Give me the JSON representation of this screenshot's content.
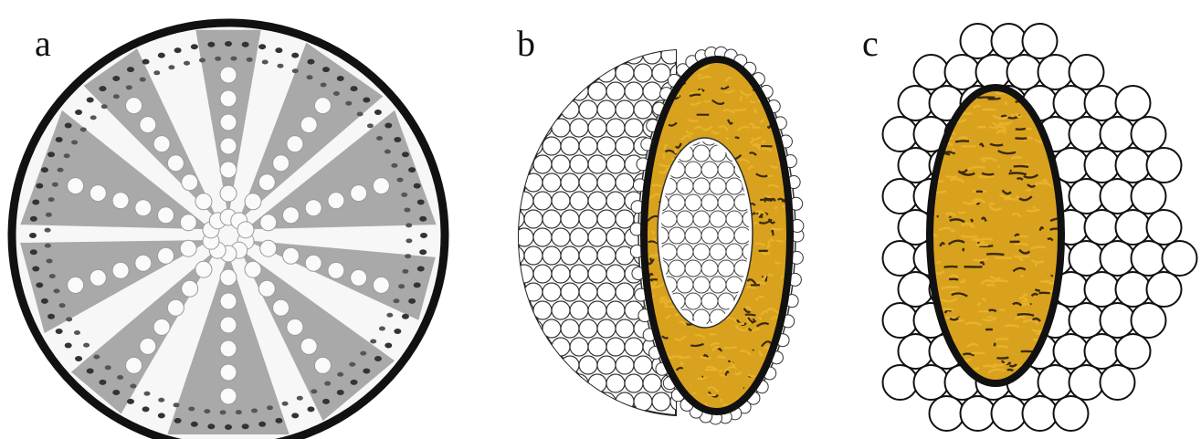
{
  "panels": [
    {
      "label": "a"
    },
    {
      "label": "b"
    },
    {
      "label": "c"
    }
  ],
  "colors": {
    "outline": "#111111",
    "grey_region": "#a9a9a9",
    "lipid_sphere_fill": "#ffffff",
    "tail_gold": "#e8b32a",
    "tail_dark": "#3a2a10",
    "background": "#ffffff"
  }
}
